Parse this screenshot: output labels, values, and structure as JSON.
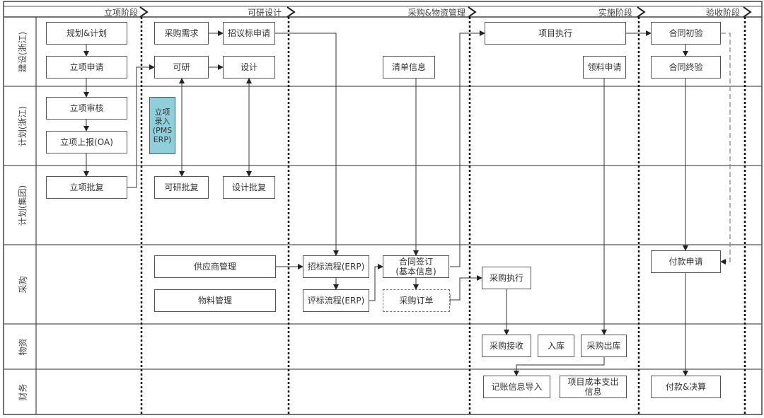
{
  "diagram": {
    "type": "swimlane-flowchart",
    "phases": [
      {
        "id": "p1",
        "label": "立项阶段"
      },
      {
        "id": "p2",
        "label": "可研设计"
      },
      {
        "id": "p3",
        "label": "采购&物资管理"
      },
      {
        "id": "p4",
        "label": "实施阶段"
      },
      {
        "id": "p5",
        "label": "验收阶段"
      }
    ],
    "lanes": [
      {
        "id": "l1",
        "label": "建设(浙江)"
      },
      {
        "id": "l2",
        "label": "计划(浙江)"
      },
      {
        "id": "l3",
        "label": "计划(集团)"
      },
      {
        "id": "l4",
        "label": "采购"
      },
      {
        "id": "l5",
        "label": "物资"
      },
      {
        "id": "l6",
        "label": "财务"
      }
    ],
    "nodes": [
      {
        "id": "n1",
        "label": "规划&计划"
      },
      {
        "id": "n2",
        "label": "立项申请"
      },
      {
        "id": "n3",
        "label": "立项审核"
      },
      {
        "id": "n4",
        "label": "立项上报(OA)"
      },
      {
        "id": "n5",
        "label": "立项批复"
      },
      {
        "id": "n6",
        "label": "采购需求"
      },
      {
        "id": "n7",
        "label": "招议标申请"
      },
      {
        "id": "n8",
        "label": "可研"
      },
      {
        "id": "n9",
        "label": "设计"
      },
      {
        "id": "n10",
        "label": "立项录入(PMS ERP)"
      },
      {
        "id": "n11",
        "label": "可研批复"
      },
      {
        "id": "n12",
        "label": "设计批复"
      },
      {
        "id": "n13",
        "label": "供应商管理"
      },
      {
        "id": "n14",
        "label": "物料管理"
      },
      {
        "id": "n15",
        "label": "清单信息"
      },
      {
        "id": "n16",
        "label": "招标流程(ERP)"
      },
      {
        "id": "n17",
        "label": "评标流程(ERP)"
      },
      {
        "id": "n18",
        "label": "合同签订 (基本信息)"
      },
      {
        "id": "n19",
        "label": "采购订单"
      },
      {
        "id": "n20",
        "label": "项目执行"
      },
      {
        "id": "n21",
        "label": "领料申请"
      },
      {
        "id": "n22",
        "label": "采购执行"
      },
      {
        "id": "n23",
        "label": "采购接收"
      },
      {
        "id": "n24",
        "label": "入库"
      },
      {
        "id": "n25",
        "label": "采购出库"
      },
      {
        "id": "n26",
        "label": "记账信息导入"
      },
      {
        "id": "n27",
        "label": "项目成本支出 信息"
      },
      {
        "id": "n28",
        "label": "合同初验"
      },
      {
        "id": "n29",
        "label": "合同终验"
      },
      {
        "id": "n30",
        "label": "付款申请"
      },
      {
        "id": "n31",
        "label": "付款&决算"
      }
    ],
    "edges": [
      {
        "from": "n1",
        "to": "n2"
      },
      {
        "from": "n2",
        "to": "n3"
      },
      {
        "from": "n3",
        "to": "n4"
      },
      {
        "from": "n4",
        "to": "n5"
      },
      {
        "from": "n5",
        "to": "n8"
      },
      {
        "from": "n6",
        "to": "n7"
      },
      {
        "from": "n8",
        "to": "n9"
      },
      {
        "from": "n8",
        "to": "n11",
        "bidirectional": true
      },
      {
        "from": "n9",
        "to": "n12",
        "bidirectional": true
      },
      {
        "from": "n7",
        "to": "n16"
      },
      {
        "from": "n13",
        "to": "n16"
      },
      {
        "from": "n16",
        "to": "n17"
      },
      {
        "from": "n17",
        "to": "n18"
      },
      {
        "from": "n15",
        "to": "n18"
      },
      {
        "from": "n18",
        "to": "n19"
      },
      {
        "from": "n18",
        "to": "n20"
      },
      {
        "from": "n19",
        "to": "n22"
      },
      {
        "from": "n22",
        "to": "n23"
      },
      {
        "from": "n21",
        "to": "n25"
      },
      {
        "from": "n25",
        "to": "n26"
      },
      {
        "from": "n20",
        "to": "n28"
      },
      {
        "from": "n28",
        "to": "n29"
      },
      {
        "from": "n28",
        "to": "n30",
        "style": "dashed"
      },
      {
        "from": "n29",
        "to": "n30"
      },
      {
        "from": "n30",
        "to": "n31"
      }
    ]
  }
}
